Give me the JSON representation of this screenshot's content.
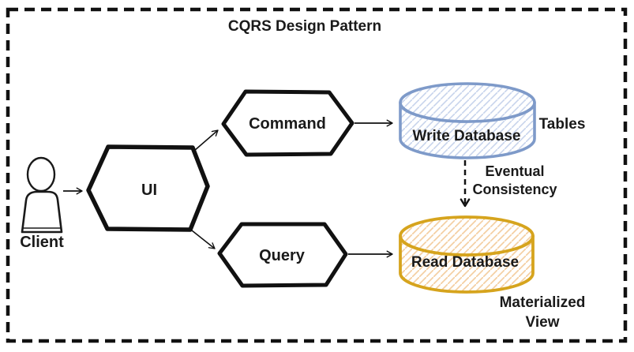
{
  "diagram": {
    "title": "CQRS Design Pattern",
    "colors": {
      "outline": "#111111",
      "background": "#ffffff",
      "write_db_stroke": "#7e9ac9",
      "write_db_hatch": "#c7d4ec",
      "read_db_stroke": "#d6a41d",
      "read_db_hatch": "#f4cfa3"
    },
    "nodes": {
      "client": {
        "label": "Client",
        "icon": "person-icon"
      },
      "ui": {
        "label": "UI",
        "shape": "hexagon"
      },
      "command": {
        "label": "Command",
        "shape": "hexagon"
      },
      "query": {
        "label": "Query",
        "shape": "hexagon"
      },
      "write_db": {
        "label": "Write Database",
        "shape": "database-cylinder-icon",
        "annotation": "Tables"
      },
      "read_db": {
        "label": "Read Database",
        "shape": "database-cylinder-icon",
        "annotation_line1": "Materialized",
        "annotation_line2": "View"
      }
    },
    "edges": {
      "client_to_ui": {
        "from": "Client",
        "to": "UI",
        "style": "solid"
      },
      "ui_to_command": {
        "from": "UI",
        "to": "Command",
        "style": "solid"
      },
      "ui_to_query": {
        "from": "UI",
        "to": "Query",
        "style": "solid"
      },
      "command_to_write_db": {
        "from": "Command",
        "to": "Write Database",
        "style": "solid"
      },
      "query_to_read_db": {
        "from": "Query",
        "to": "Read Database",
        "style": "solid"
      },
      "eventual_consistency": {
        "from": "Write Database",
        "to": "Read Database",
        "style": "dashed",
        "label_line1": "Eventual",
        "label_line2": "Consistency"
      }
    }
  }
}
